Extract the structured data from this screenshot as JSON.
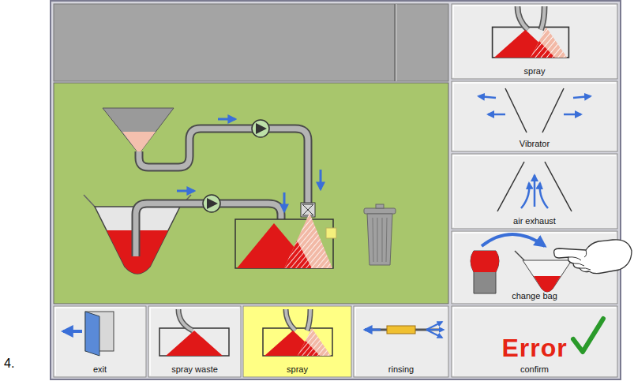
{
  "diagram": {
    "nodes": [
      {
        "text": [
          "spray"
        ]
      },
      {
        "text": [
          "Vibrator"
        ]
      },
      {
        "text": [
          "air exhaust"
        ]
      },
      {
        "text": [
          "change bag"
        ]
      },
      {
        "text": [
          "exit"
        ]
      },
      {
        "text": [
          "spray waste"
        ]
      },
      {
        "text": [
          "spray"
        ]
      },
      {
        "text": [
          "rinsing"
        ]
      },
      {
        "text": [
          "Error",
          "confirm"
        ]
      }
    ],
    "labels": [
      "4."
    ]
  }
}
